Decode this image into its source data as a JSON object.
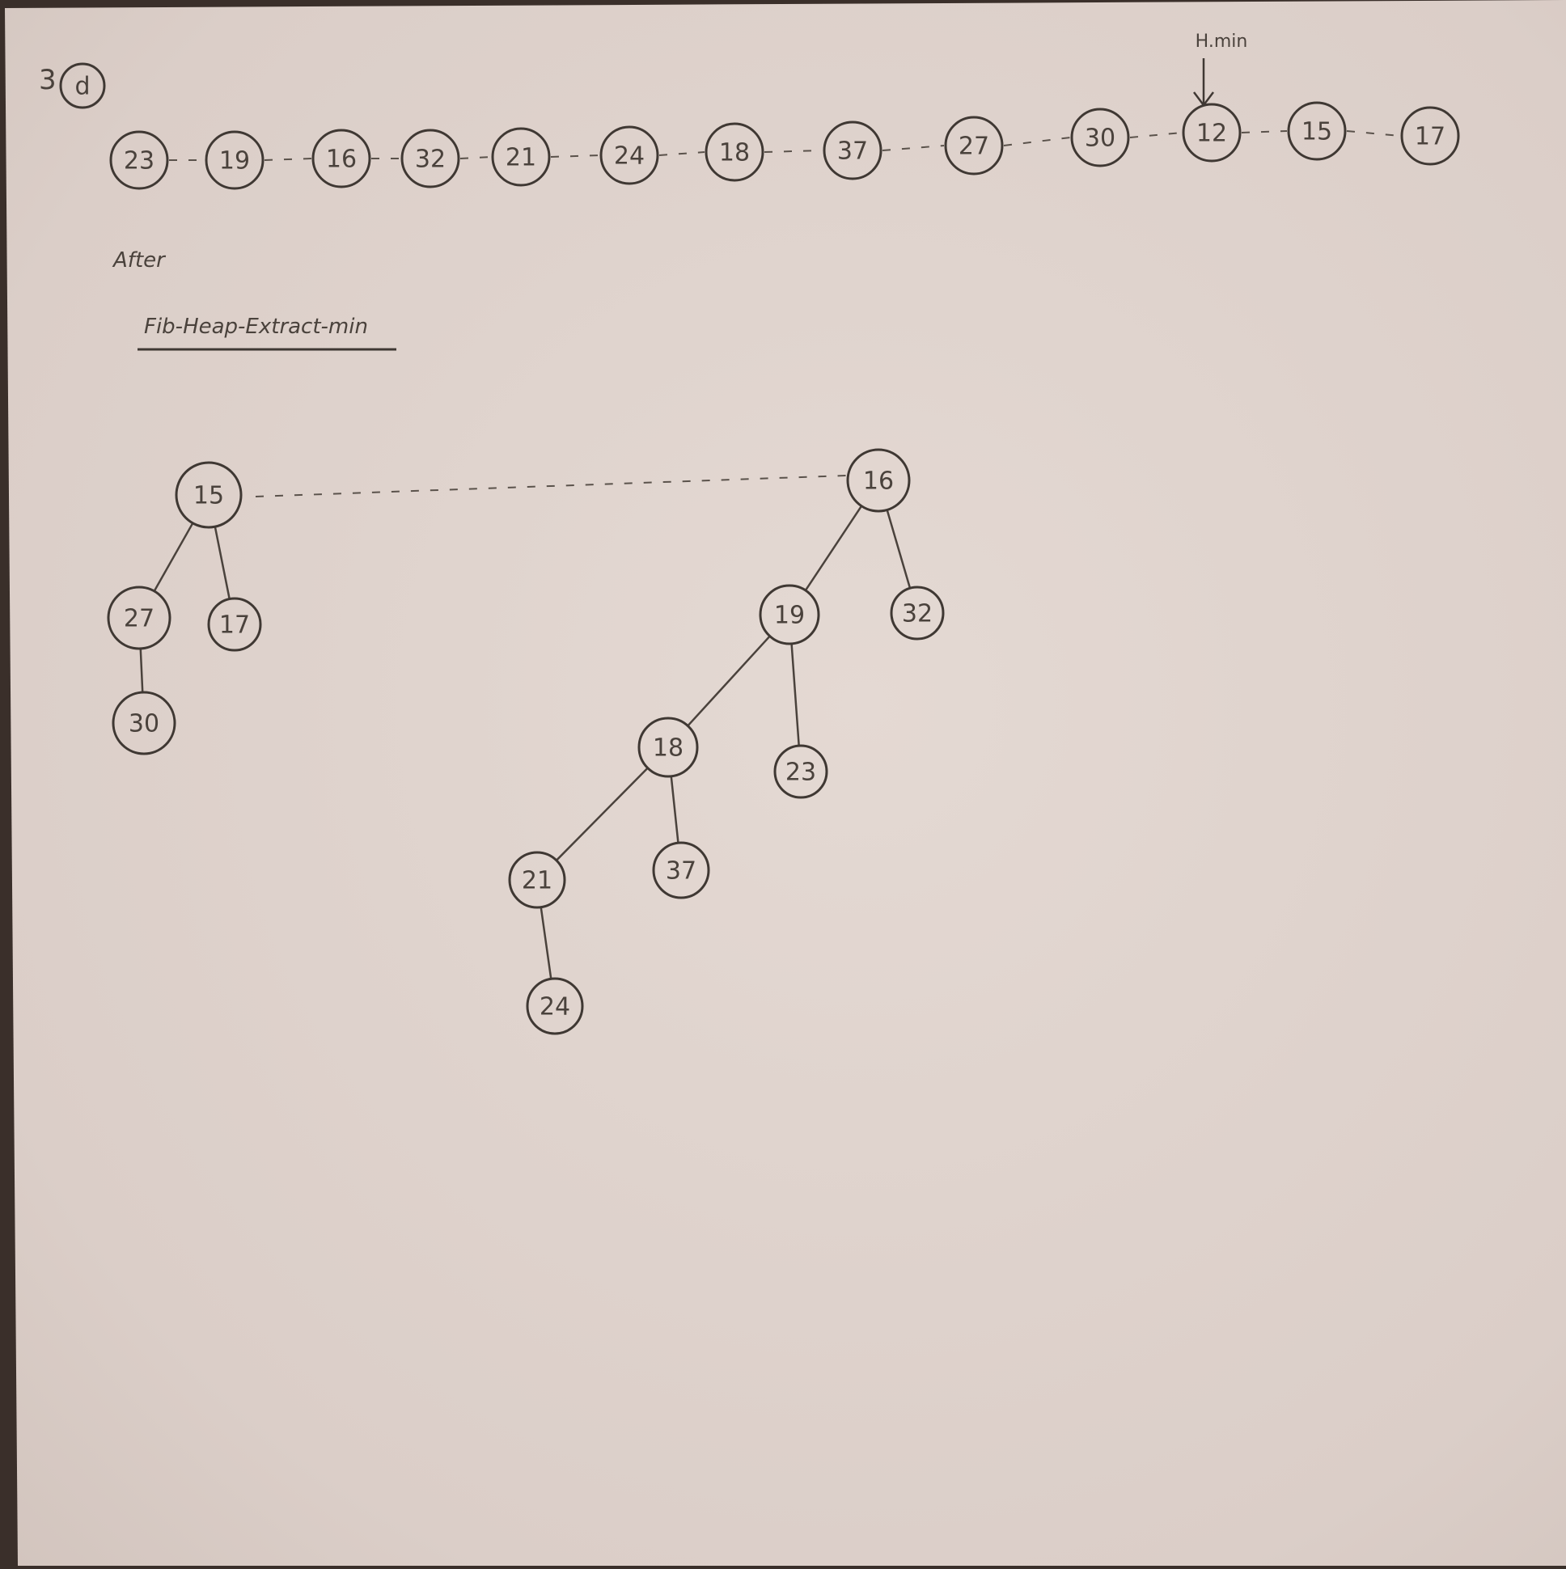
{
  "label": "3",
  "label_circled": "d",
  "root_list": [
    "23",
    "19",
    "16",
    "32",
    "21",
    "24",
    "18",
    "37",
    "27",
    "30",
    "12",
    "15",
    "17"
  ],
  "min_pointer_label": "H.min",
  "caption_line1": "After",
  "caption_line2": "Fib-Heap-Extract-min",
  "trees": [
    {
      "key": "15",
      "children": [
        {
          "key": "27",
          "children": [
            {
              "key": "30",
              "children": []
            }
          ]
        },
        {
          "key": "17",
          "children": []
        }
      ]
    },
    {
      "key": "16",
      "children": [
        {
          "key": "19",
          "children": [
            {
              "key": "18",
              "children": [
                {
                  "key": "21",
                  "children": [
                    {
                      "key": "24",
                      "children": []
                    }
                  ]
                },
                {
                  "key": "37",
                  "children": []
                }
              ]
            },
            {
              "key": "23",
              "children": []
            }
          ]
        },
        {
          "key": "32",
          "children": []
        }
      ]
    }
  ],
  "colors": {
    "paper": "#ddd0ca",
    "ink": "#3f3833",
    "shadow": "#3a2f2a"
  }
}
